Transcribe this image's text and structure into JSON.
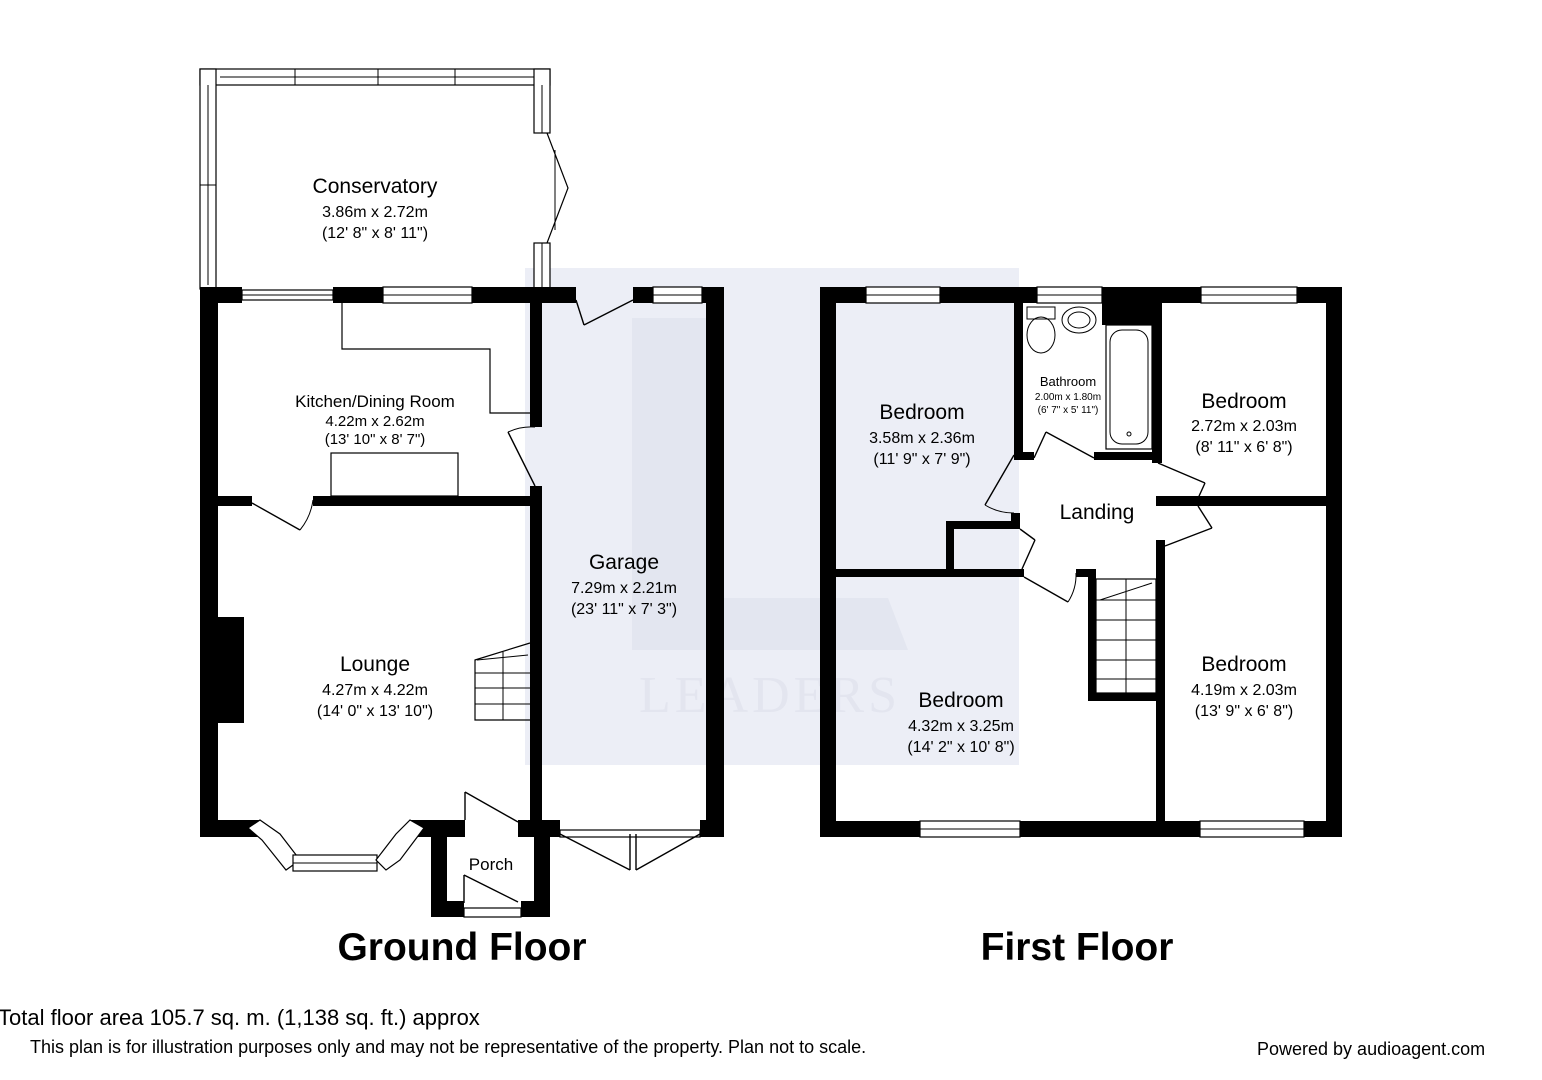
{
  "rooms": {
    "conservatory": {
      "name": "Conservatory",
      "metric": "3.86m x 2.72m",
      "imperial": "(12' 8\" x 8' 11\")"
    },
    "kitchen": {
      "name": "Kitchen/Dining Room",
      "metric": "4.22m x 2.62m",
      "imperial": "(13' 10\" x 8' 7\")"
    },
    "lounge": {
      "name": "Lounge",
      "metric": "4.27m x 4.22m",
      "imperial": "(14' 0\" x 13' 10\")"
    },
    "garage": {
      "name": "Garage",
      "metric": "7.29m x 2.21m",
      "imperial": "(23' 11\" x 7' 3\")"
    },
    "porch": {
      "name": "Porch"
    },
    "bedroom_front_left": {
      "name": "Bedroom",
      "metric": "3.58m x 2.36m",
      "imperial": "(11' 9\" x 7' 9\")"
    },
    "bathroom": {
      "name": "Bathroom",
      "metric": "2.00m x 1.80m",
      "imperial": "(6' 7\" x 5' 11\")"
    },
    "bedroom_top_right": {
      "name": "Bedroom",
      "metric": "2.72m x 2.03m",
      "imperial": "(8' 11\" x 6' 8\")"
    },
    "landing": {
      "name": "Landing"
    },
    "bedroom_bottom_left": {
      "name": "Bedroom",
      "metric": "4.32m x 3.25m",
      "imperial": "(14' 2\" x 10' 8\")"
    },
    "bedroom_bottom_right": {
      "name": "Bedroom",
      "metric": "4.19m x 2.03m",
      "imperial": "(13' 9\" x 6' 8\")"
    }
  },
  "floors": {
    "ground": "Ground Floor",
    "first": "First Floor"
  },
  "watermark": "LEADERS",
  "footer": {
    "total_area": "Total floor area 105.7 sq. m. (1,138 sq. ft.) approx",
    "disclaimer": "This plan is for illustration purposes only and may not be representative of the property. Plan not to scale.",
    "powered_by": "Powered by audioagent.com"
  },
  "colors": {
    "walls": "#000000",
    "watermark": "#e3e5ef",
    "background": "#ffffff"
  }
}
